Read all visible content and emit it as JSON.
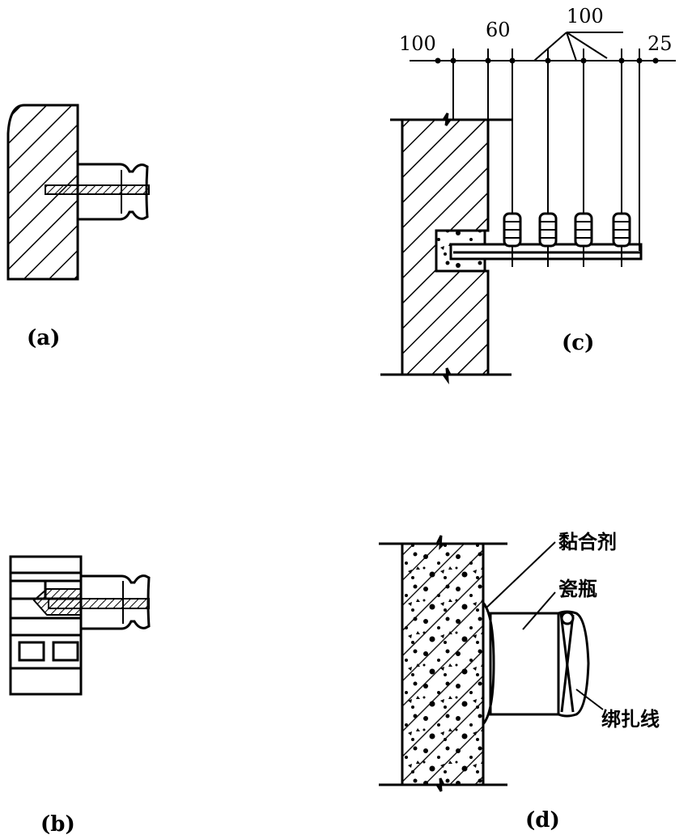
{
  "panels": {
    "a": {
      "label": "(a)"
    },
    "b": {
      "label": "(b)"
    },
    "c": {
      "label": "(c)",
      "dimensions": {
        "left": "100",
        "second": "60",
        "spacing": "100",
        "right": "25"
      }
    },
    "d": {
      "label": "(d)",
      "callouts": {
        "adhesive": "黏合剂",
        "porcelain_insulator": "瓷瓶",
        "binding_wire": "绑扎线"
      }
    }
  },
  "colors": {
    "ink": "#000000",
    "paper": "#ffffff"
  }
}
